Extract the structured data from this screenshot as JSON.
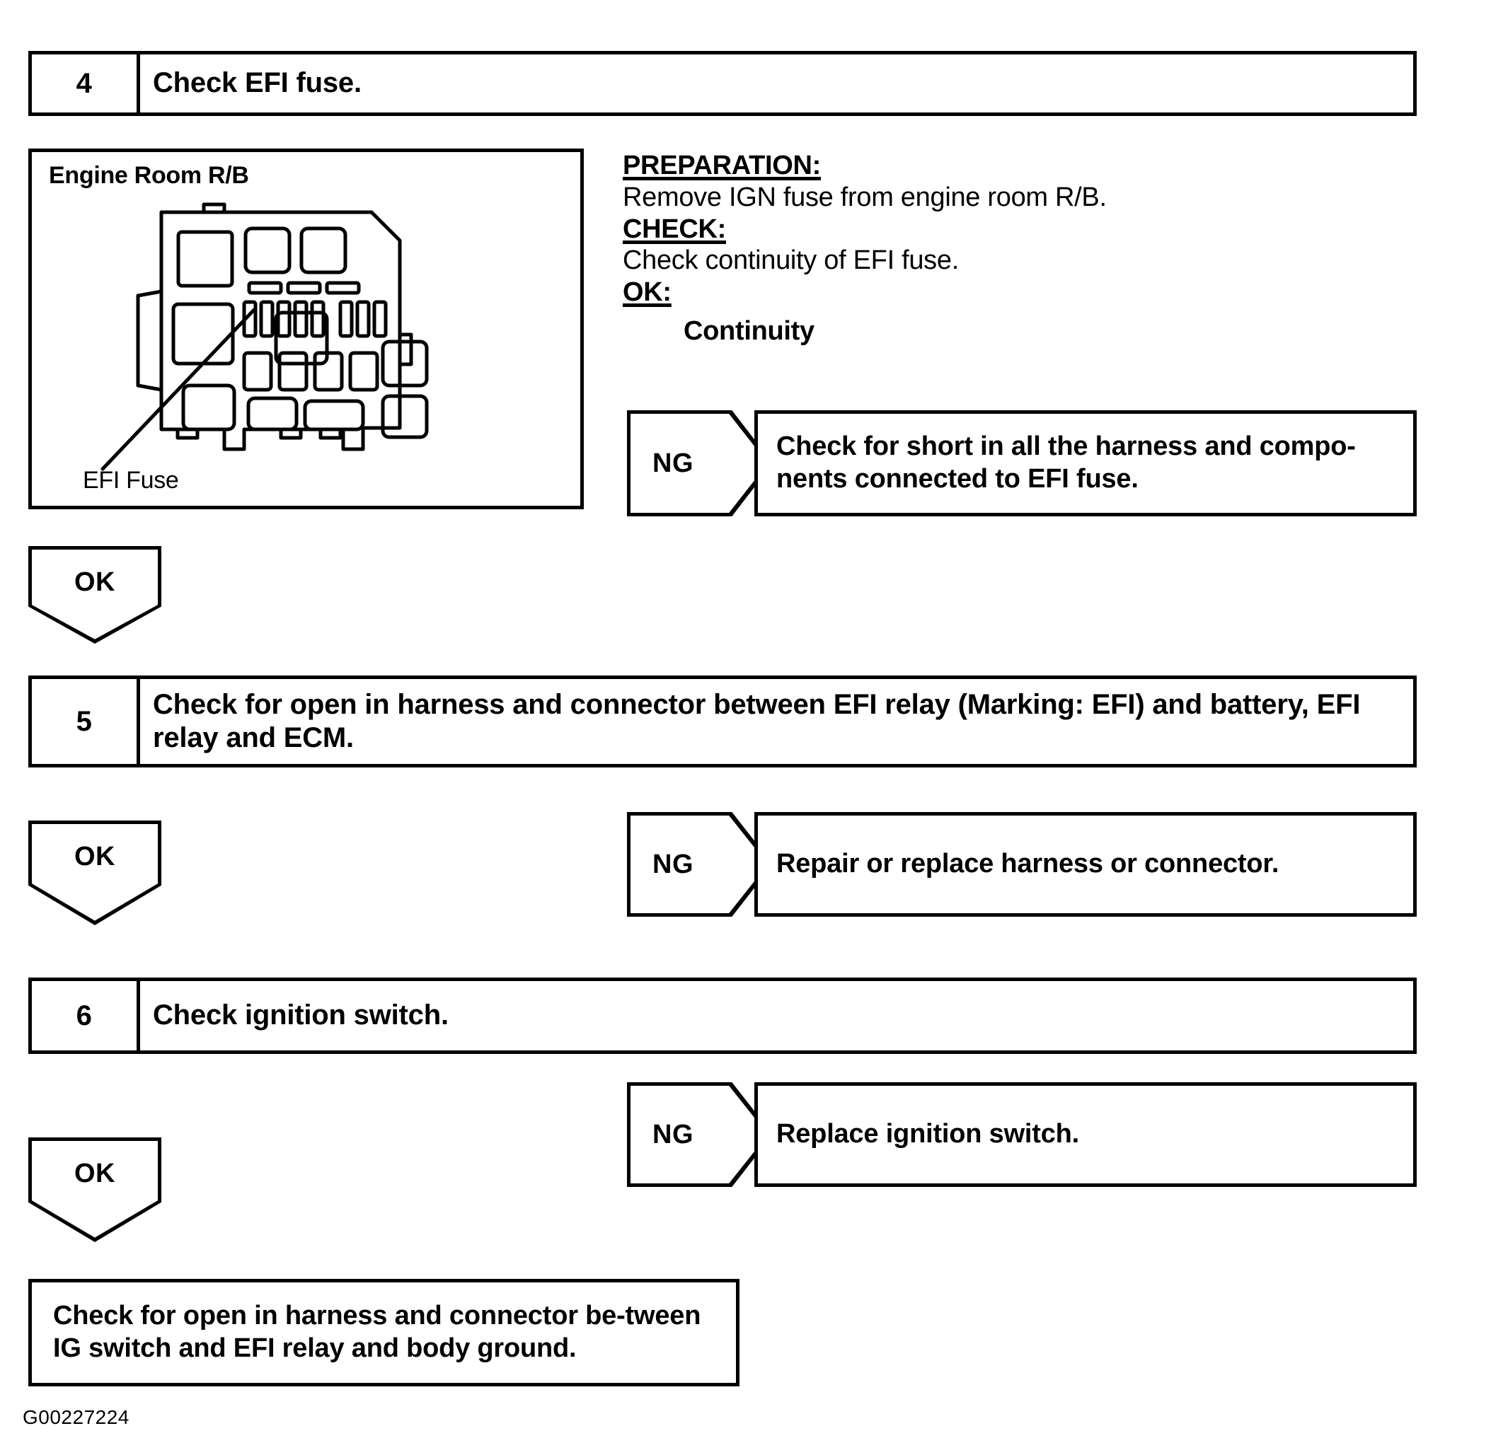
{
  "document": {
    "reference_code": "G00227224"
  },
  "steps": [
    {
      "number": "4",
      "title": "Check EFI fuse."
    },
    {
      "number": "5",
      "title": "Check for open in harness and connector between EFI relay (Marking: EFI) and battery, EFI relay and ECM."
    },
    {
      "number": "6",
      "title": "Check ignition switch."
    }
  ],
  "illustration": {
    "title": "Engine Room R/B",
    "caption": "EFI Fuse"
  },
  "instructions": {
    "preparation_label": "PREPARATION:",
    "preparation_text": "Remove IGN fuse from engine room R/B.",
    "check_label": "CHECK:",
    "check_text": "Check continuity of EFI fuse.",
    "ok_label": "OK:",
    "ok_result": "Continuity"
  },
  "branches": {
    "ng_label": "NG",
    "ok_label": "OK",
    "ng_step4_text": "Check for short in all the harness and compo-nents connected to EFI fuse.",
    "ng_step5_text": "Repair or replace harness or connector.",
    "ng_step6_text": "Replace ignition switch."
  },
  "final_box": {
    "text": "Check for open in harness and connector be-tween IG switch and EFI relay and body ground."
  }
}
